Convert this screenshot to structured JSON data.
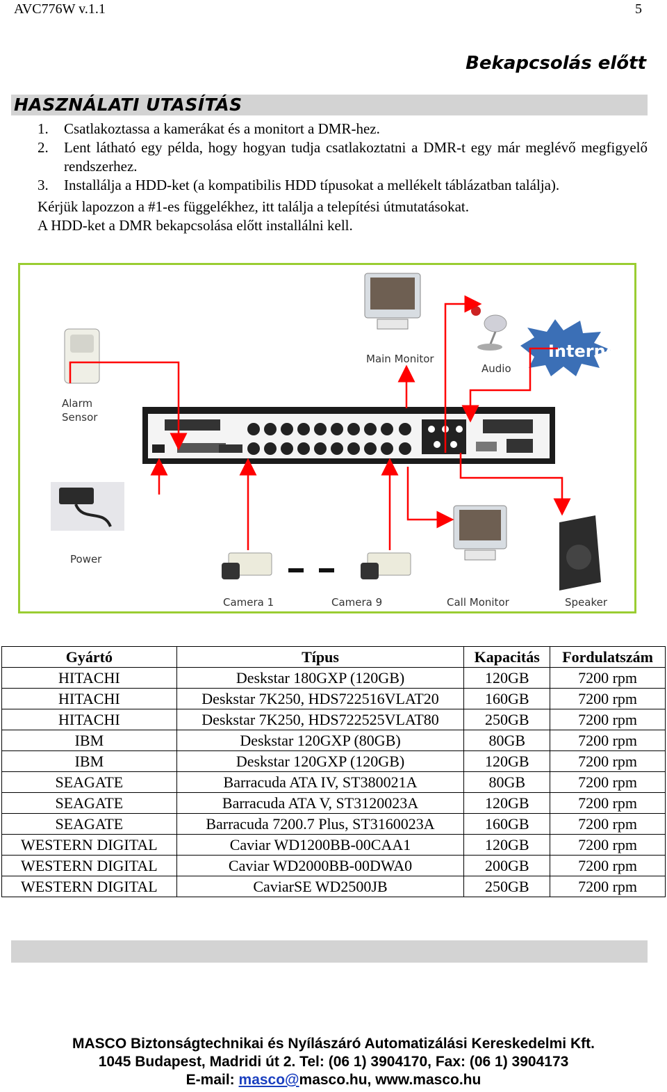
{
  "header": {
    "model": "AVC776W v.1.1",
    "page_number": "5"
  },
  "section_title": "Bekapcsolás előtt",
  "heading": "HASZNÁLATI UTASÍTÁS",
  "steps": [
    {
      "num": "1.",
      "text": "Csatlakoztassa a kamerákat és a monitort a DMR-hez."
    },
    {
      "num": "2.",
      "text": "Lent látható egy példa, hogy hogyan tudja csatlakoztatni a DMR-t egy már meglévő megfigyelő rendszerhez."
    },
    {
      "num": "3.",
      "text": "Installálja a HDD-ket (a kompatibilis HDD típusokat a mellékelt táblázatban találja)."
    }
  ],
  "notes": [
    "Kérjük lapozzon a #1-es függelékhez, itt találja a telepítési útmutatásokat.",
    "A HDD-ket a DMR bekapcsolása előtt installálni kell."
  ],
  "diagram": {
    "labels": {
      "main_monitor": "Main Monitor",
      "audio": "Audio",
      "internet": "Internet",
      "alarm": "Alarm",
      "sensor": "Sensor",
      "power": "Power",
      "camera1": "Camera 1",
      "camera9": "Camera 9",
      "call_monitor": "Call Monitor",
      "speaker": "Speaker"
    },
    "colors": {
      "arrow": "#ff0000",
      "border": "#9acd32",
      "internet_burst": "#3b6fb6"
    }
  },
  "hdd_table": {
    "headers": [
      "Gyártó",
      "Típus",
      "Kapacitás",
      "Fordulatszám"
    ],
    "rows": [
      [
        "HITACHI",
        "Deskstar 180GXP (120GB)",
        "120GB",
        "7200 rpm"
      ],
      [
        "HITACHI",
        "Deskstar 7K250, HDS722516VLAT20",
        "160GB",
        "7200 rpm"
      ],
      [
        "HITACHI",
        "Deskstar 7K250, HDS722525VLAT80",
        "250GB",
        "7200 rpm"
      ],
      [
        "IBM",
        "Deskstar 120GXP (80GB)",
        "80GB",
        "7200 rpm"
      ],
      [
        "IBM",
        "Deskstar 120GXP (120GB)",
        "120GB",
        "7200 rpm"
      ],
      [
        "SEAGATE",
        "Barracuda ATA IV, ST380021A",
        "80GB",
        "7200 rpm"
      ],
      [
        "SEAGATE",
        "Barracuda ATA V, ST3120023A",
        "120GB",
        "7200 rpm"
      ],
      [
        "SEAGATE",
        "Barracuda 7200.7 Plus, ST3160023A",
        "160GB",
        "7200 rpm"
      ],
      [
        "WESTERN DIGITAL",
        "Caviar WD1200BB-00CAA1",
        "120GB",
        "7200 rpm"
      ],
      [
        "WESTERN DIGITAL",
        "Caviar WD2000BB-00DWA0",
        "200GB",
        "7200 rpm"
      ],
      [
        "WESTERN DIGITAL",
        "CaviarSE WD2500JB",
        "250GB",
        "7200 rpm"
      ]
    ]
  },
  "footer": {
    "company": "MASCO Biztonságtechnikai és Nyílászáró Automatizálási Kereskedelmi Kft.",
    "address": "1045 Budapest, Madridi út 2.  Tel: (06 1) 3904170, Fax: (06 1) 3904173",
    "email_label": "E-mail: ",
    "email_link": "masco@",
    "email_rest": "masco.hu, www.masco.hu"
  }
}
